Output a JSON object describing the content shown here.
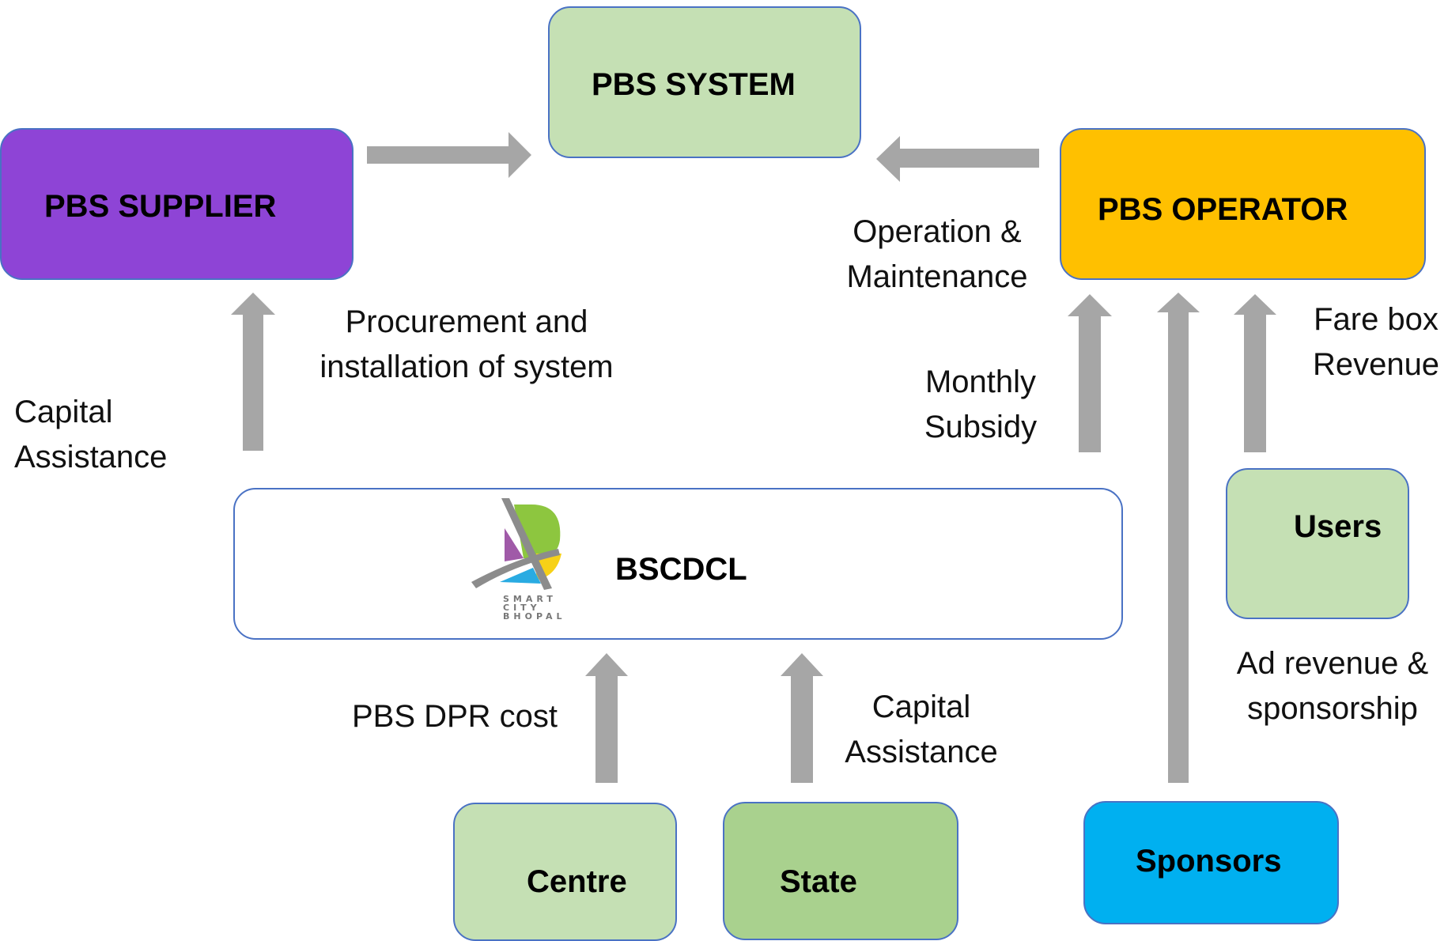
{
  "nodes": {
    "pbs_system": "PBS SYSTEM",
    "pbs_supplier": "PBS SUPPLIER",
    "pbs_operator": "PBS OPERATOR",
    "bscdcl": "BSCDCL",
    "users": "Users",
    "centre": "Centre",
    "state": "State",
    "sponsors": "Sponsors"
  },
  "logo": {
    "line1": "SMART",
    "line2": "CITY",
    "line3": "BHOPAL"
  },
  "edge_labels": {
    "procurement": [
      "Procurement and",
      "installation of system"
    ],
    "operation": [
      "Operation &",
      "Maintenance"
    ],
    "capital_assistance_left": [
      "Capital",
      "Assistance"
    ],
    "monthly_subsidy": [
      "Monthly",
      "Subsidy"
    ],
    "fare_box": [
      "Fare box",
      "Revenue"
    ],
    "pbs_dpr_cost": "PBS DPR cost",
    "capital_assistance_state": [
      "Capital",
      "Assistance"
    ],
    "ad_revenue": [
      "Ad revenue &",
      "sponsorship"
    ]
  },
  "colors": {
    "light_green": "#c5e0b4",
    "state_green": "#a9d18e",
    "purple": "#8e44d6",
    "orange": "#ffc000",
    "blue": "#00b0f0",
    "arrow_gray": "#a6a6a6",
    "border_blue": "#4a72c4"
  }
}
